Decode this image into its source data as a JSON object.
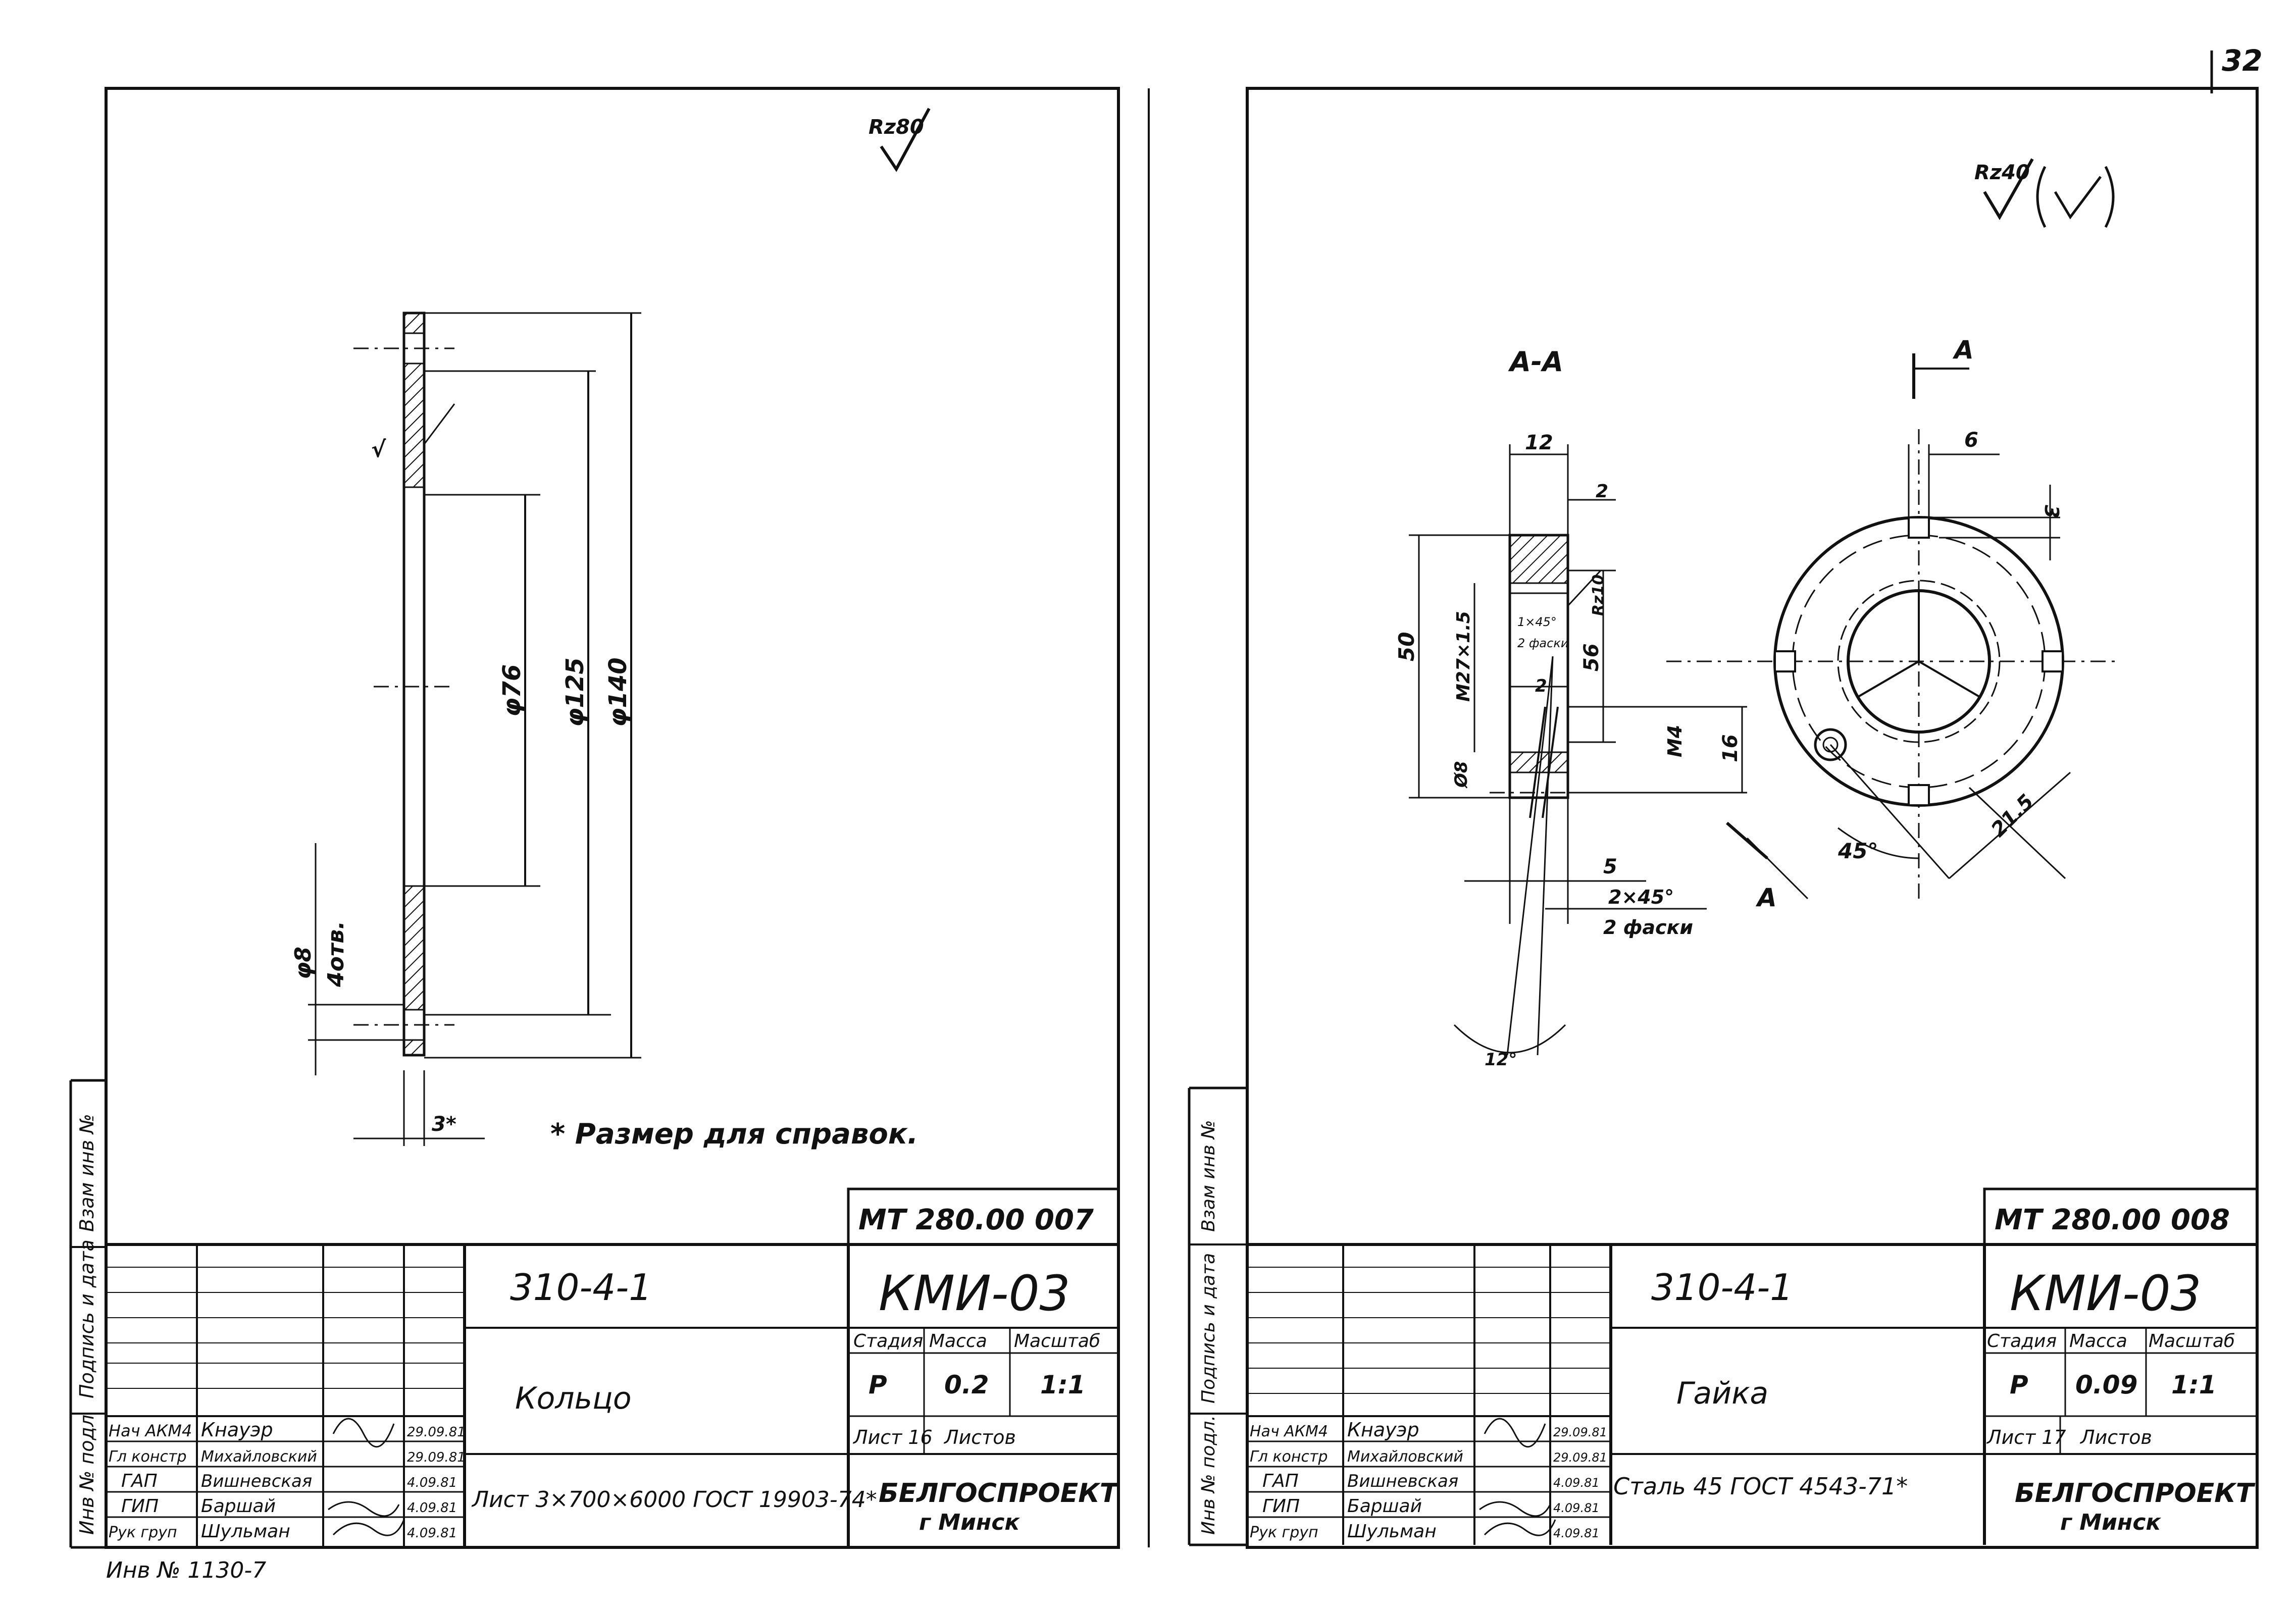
{
  "page_number": "32",
  "left": {
    "roughness": "Rz80",
    "dims": {
      "d76": "φ76",
      "d125": "φ125",
      "d140": "φ140",
      "hole_d": "φ8",
      "hole_count": "4отв.",
      "thk": "3*"
    },
    "note": "* Размер для справок.",
    "code": "МТ 280.00 007",
    "series": "310-4-1",
    "album": "КМИ-03",
    "name": "Кольцо",
    "material": "Лист 3×700×6000 ГОСТ 19903-74*",
    "stage_label": "Стадия",
    "mass_label": "Масса",
    "scale_label": "Масштаб",
    "stage": "Р",
    "mass": "0.2",
    "scale": "1:1",
    "sheet": "Лист 16",
    "sheets": "Листов",
    "org": "БЕЛГОСПРОЕКТ",
    "city": "г Минск",
    "inv": "Инв № 1130-7",
    "people": [
      {
        "role": "Нач АКМ4",
        "name": "Кнауэр",
        "date": "29.09.81"
      },
      {
        "role": "Гл констр",
        "name": "Михайловский",
        "date": "29.09.81"
      },
      {
        "role": "ГАП",
        "name": "Вишневская",
        "date": "4.09.81"
      },
      {
        "role": "ГИП",
        "name": "Баршай",
        "date": "4.09.81"
      },
      {
        "role": "Рук груп",
        "name": "Шульман",
        "date": "4.09.81"
      }
    ],
    "side_labels": [
      "Инв № подл",
      "Подпись и дата",
      "Взам инв №"
    ]
  },
  "right": {
    "roughness": "Rz40",
    "section": "А-А",
    "cut_mark": "А",
    "dims": {
      "w12": "12",
      "r2": "2",
      "ra": "Rz10",
      "d50": "50",
      "thread": "М27×1.5",
      "chamfer1": "1×45°",
      "chamfer1b": "2 фаски",
      "d56": "56",
      "n2": "2",
      "m4": "М4",
      "d16": "16",
      "d8": "Ø8",
      "d5": "5",
      "chamfer2": "2×45°",
      "chamfer2b": "2 фаски",
      "ang12": "12°",
      "slot6": "6",
      "slot3": "3",
      "ang45": "45°",
      "r21": "21.5"
    },
    "code": "МТ 280.00 008",
    "series": "310-4-1",
    "album": "КМИ-03",
    "name": "Гайка",
    "material": "Сталь 45 ГОСТ 4543-71*",
    "stage_label": "Стадия",
    "mass_label": "Масса",
    "scale_label": "Масштаб",
    "stage": "Р",
    "mass": "0.09",
    "scale": "1:1",
    "sheet": "Лист 17",
    "sheets": "Листов",
    "org": "БЕЛГОСПРОЕКТ",
    "city": "г Минск",
    "people": [
      {
        "role": "Нач АКМ4",
        "name": "Кнауэр",
        "date": "29.09.81"
      },
      {
        "role": "Гл констр",
        "name": "Михайловский",
        "date": "29.09.81"
      },
      {
        "role": "ГАП",
        "name": "Вишневская",
        "date": "4.09.81"
      },
      {
        "role": "ГИП",
        "name": "Баршай",
        "date": "4.09.81"
      },
      {
        "role": "Рук груп",
        "name": "Шульман",
        "date": "4.09.81"
      }
    ],
    "side_labels": [
      "Инв № подл.",
      "Подпись и дата",
      "Взам инв №"
    ]
  }
}
